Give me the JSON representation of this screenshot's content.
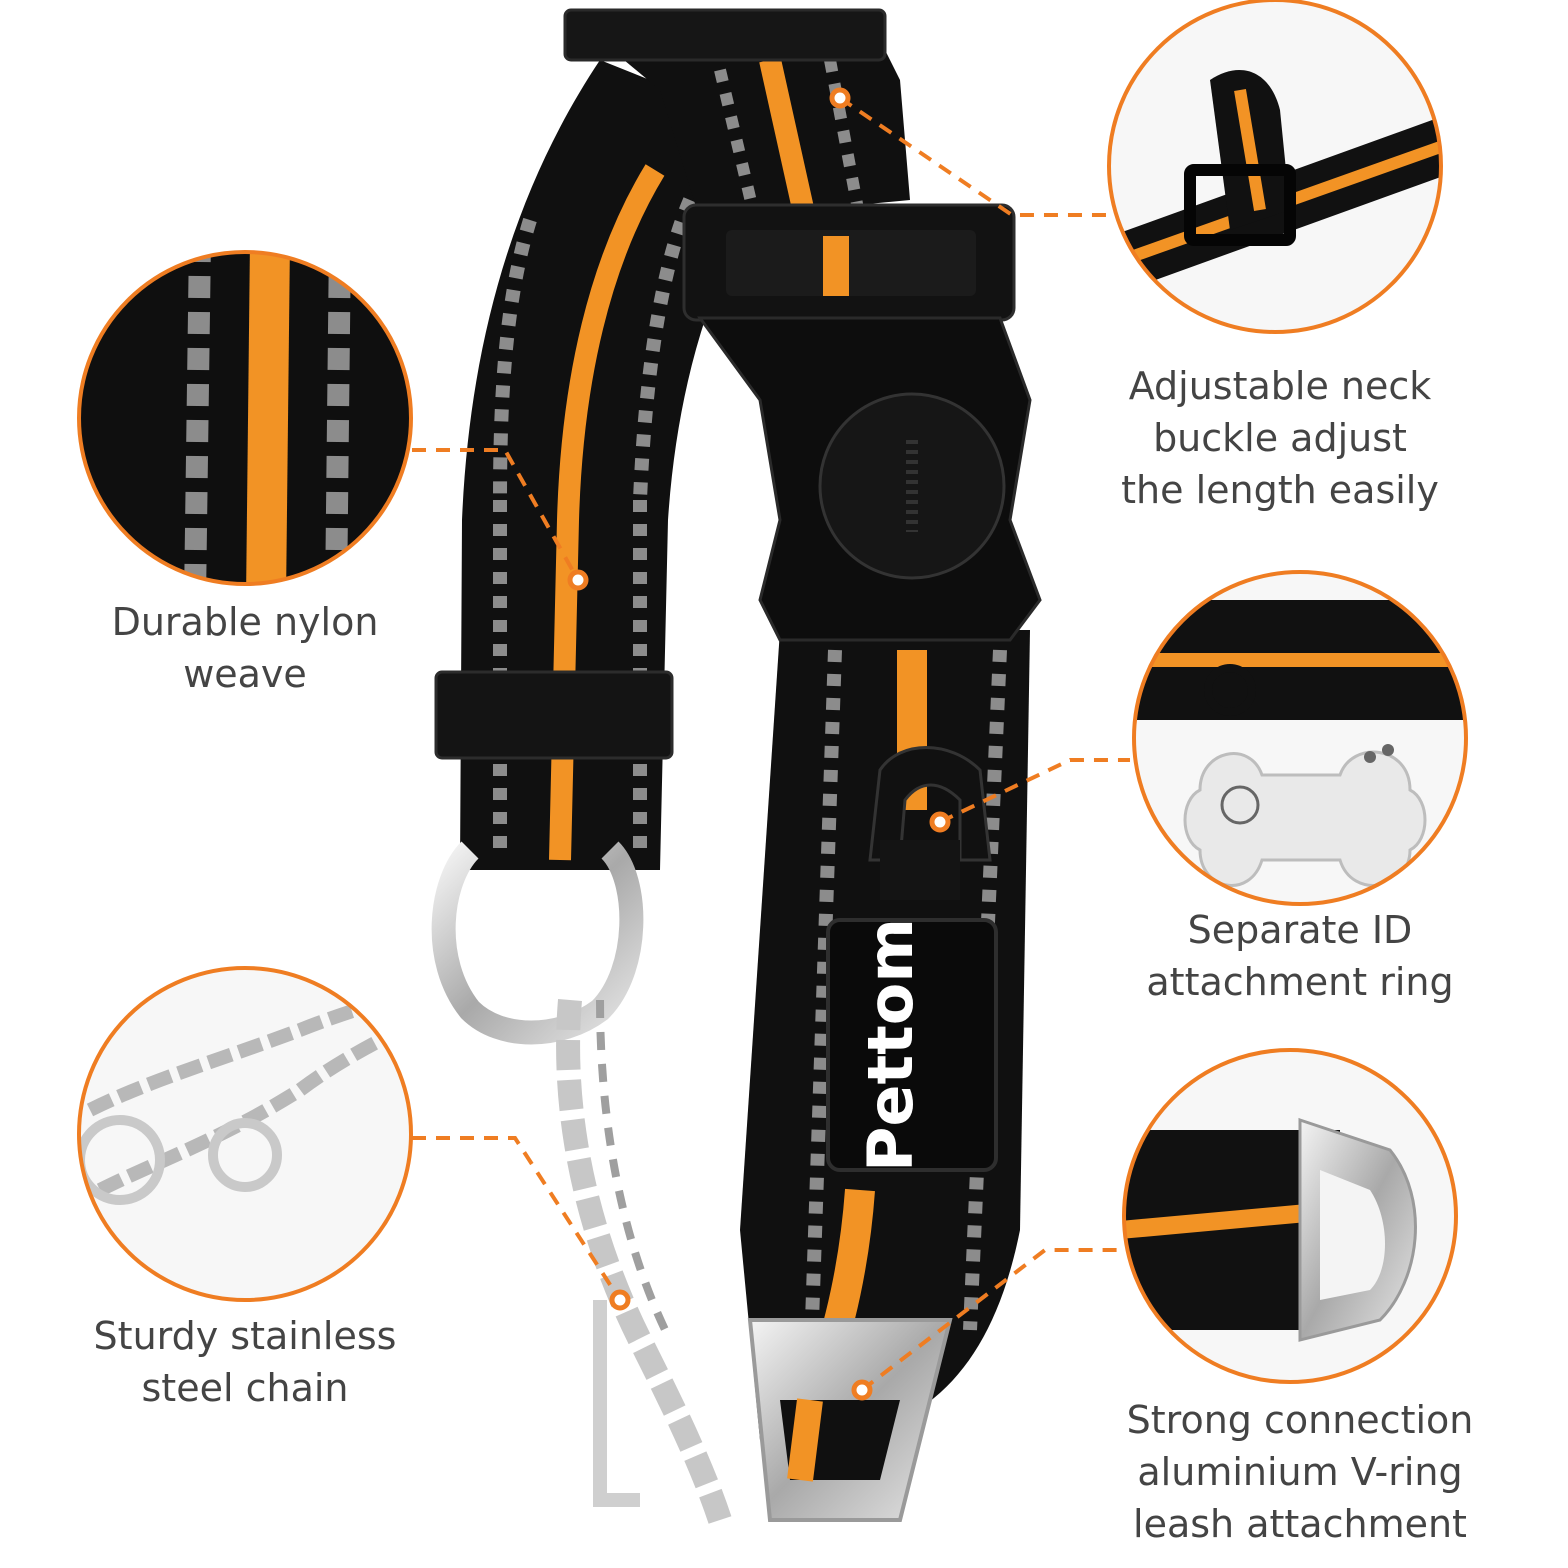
{
  "colors": {
    "accent": "#ef7d22",
    "strap": "#101010",
    "stripe_orange": "#f29325",
    "stripe_grey": "#8c8c8c",
    "text": "#444444"
  },
  "brand": {
    "logo_text": "Pettom"
  },
  "callouts": {
    "nylon": {
      "line1": "Durable nylon",
      "line2": "weave"
    },
    "buckle": {
      "line1": "Adjustable neck",
      "line2": "buckle adjust",
      "line3": "the length easily"
    },
    "id_ring": {
      "line1": "Separate ID",
      "line2": "attachment ring"
    },
    "chain": {
      "line1": "Sturdy stainless",
      "line2": "steel chain"
    },
    "v_ring": {
      "line1": "Strong connection",
      "line2": "aluminium V-ring",
      "line3": "leash attachment"
    }
  }
}
